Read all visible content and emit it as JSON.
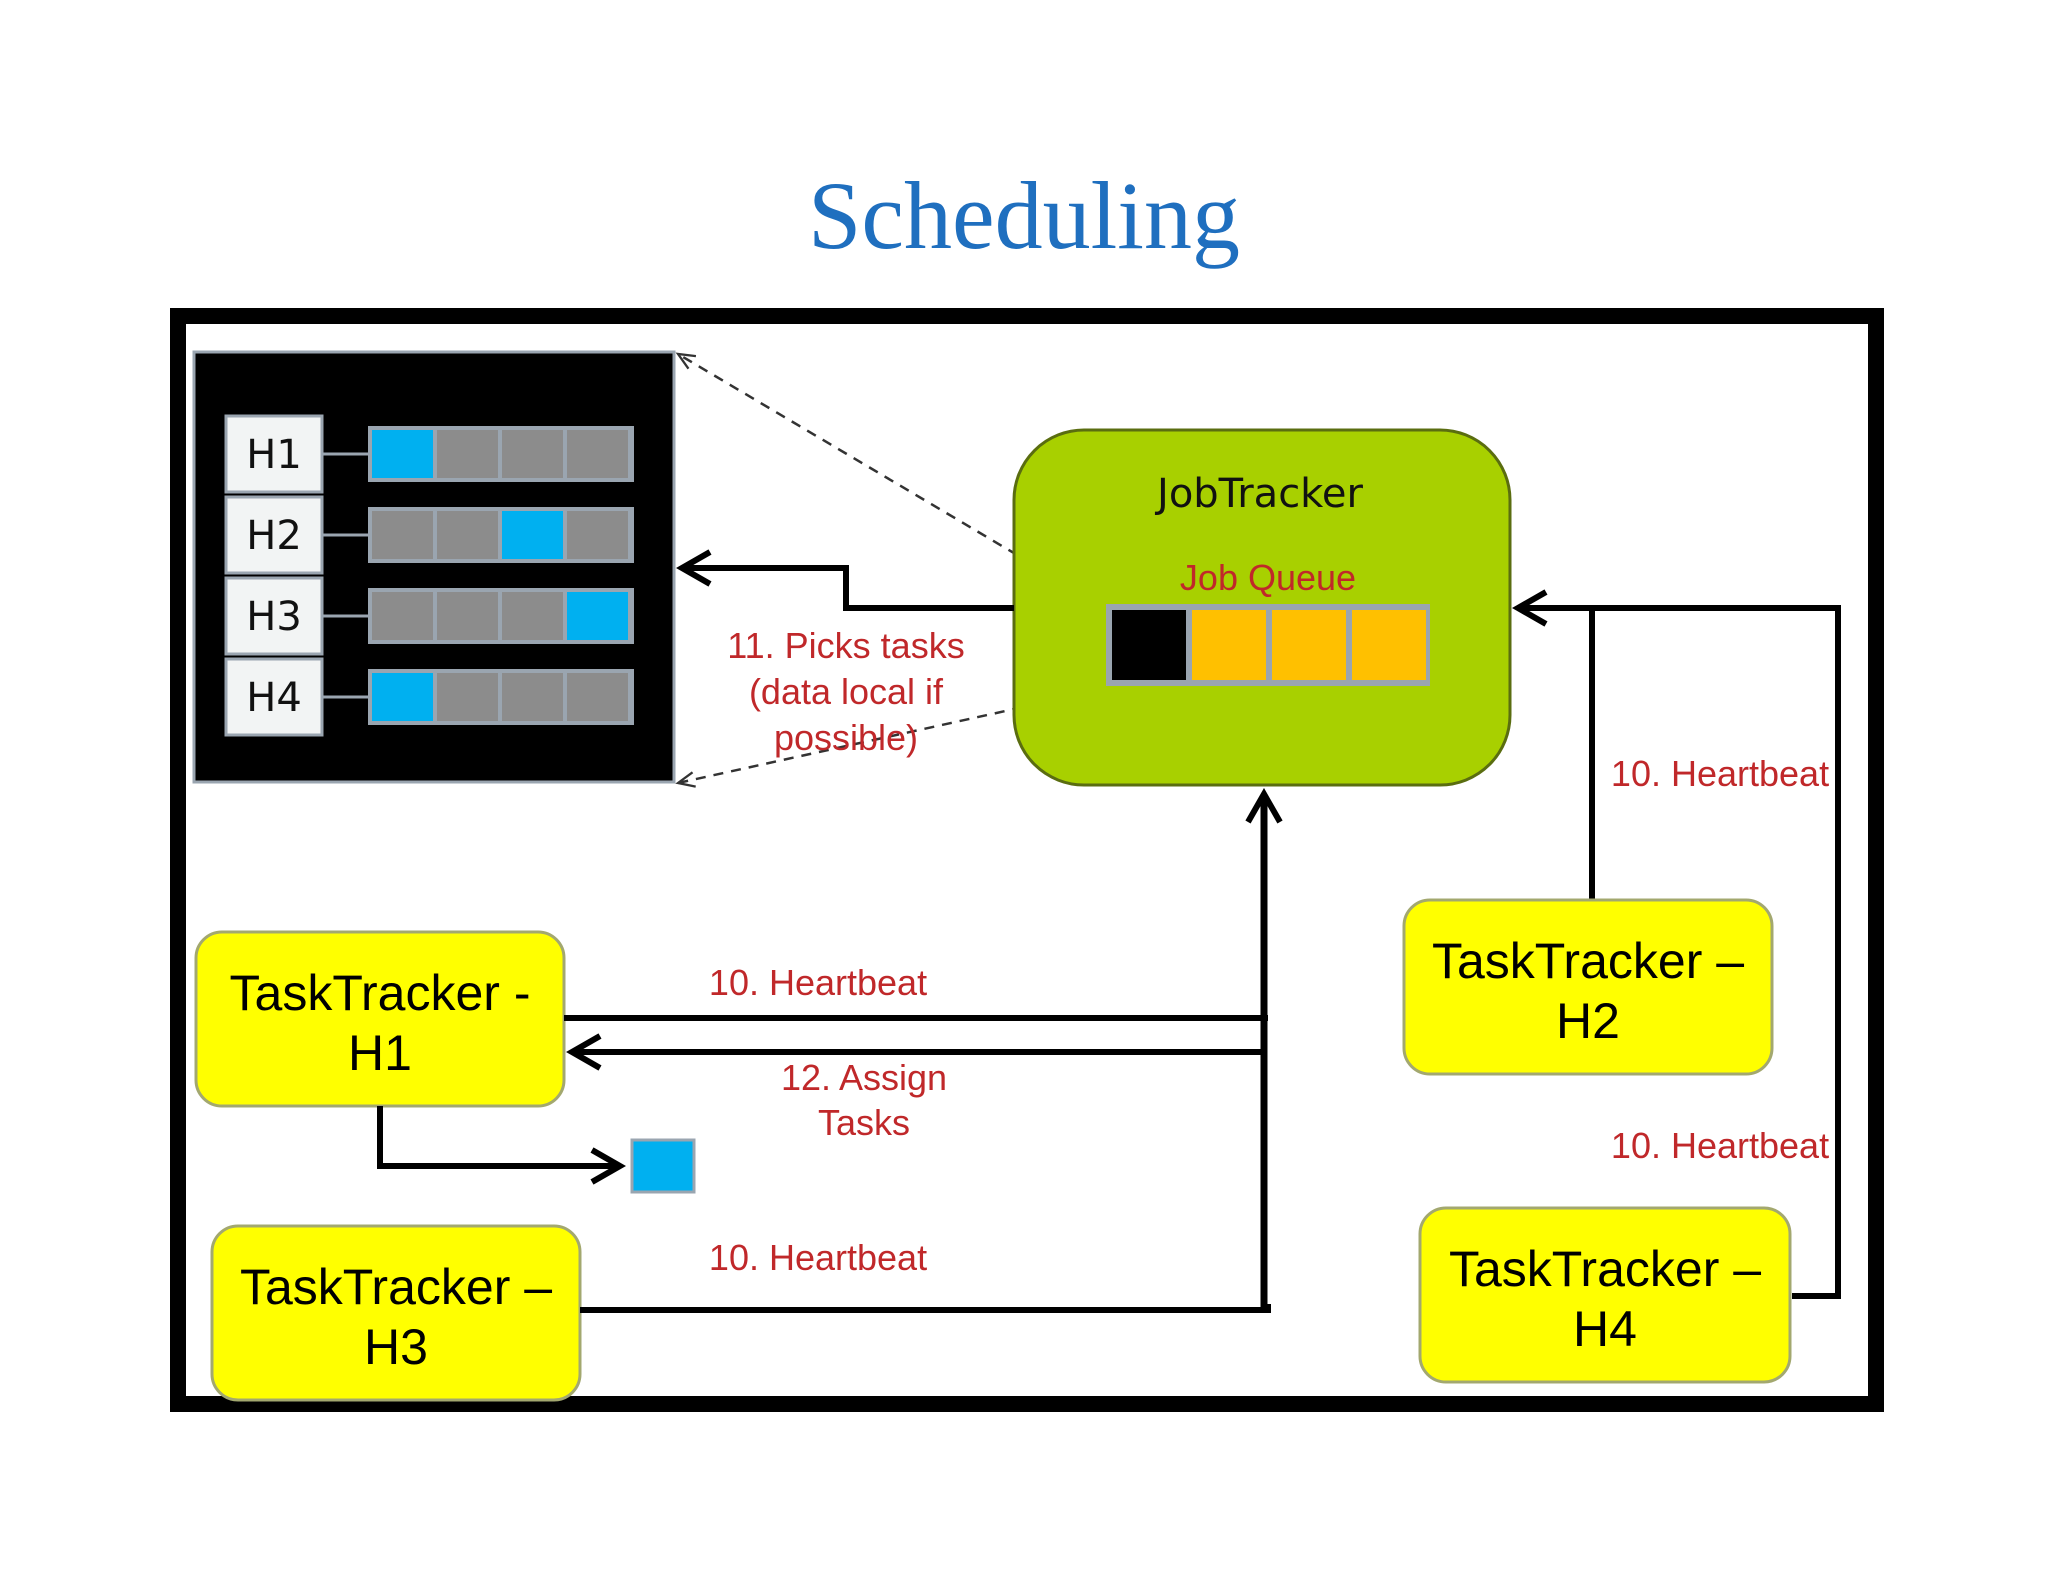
{
  "title": "Scheduling",
  "hosts": [
    {
      "label": "H1",
      "active_slot": 0
    },
    {
      "label": "H2",
      "active_slot": 2
    },
    {
      "label": "H3",
      "active_slot": 3
    },
    {
      "label": "H4",
      "active_slot": 0
    }
  ],
  "jobtracker": {
    "title": "JobTracker",
    "queue_label": "Job Queue"
  },
  "tasktrackers": {
    "h1": {
      "line1": "TaskTracker -",
      "line2": "H1"
    },
    "h2": {
      "line1": "TaskTracker –",
      "line2": "H2"
    },
    "h3": {
      "line1": "TaskTracker –",
      "line2": "H3"
    },
    "h4": {
      "line1": "TaskTracker –",
      "line2": "H4"
    }
  },
  "labels": {
    "picks_1": "11. Picks tasks",
    "picks_2": "(data local if",
    "picks_3": "possible)",
    "heartbeat_h1": "10. Heartbeat",
    "assign_1": "12. Assign",
    "assign_2": "Tasks",
    "heartbeat_h3": "10. Heartbeat",
    "heartbeat_h2": "10. Heartbeat",
    "heartbeat_h4": "10. Heartbeat"
  },
  "colors": {
    "title": "#1f6fbf",
    "jobtracker_fill": "#a8d000",
    "tasktracker_fill": "#ffff00",
    "queue_slot": "#ffc000",
    "task_blue": "#00b0f0",
    "slot_gray": "#8c8c8c",
    "label_red": "#c0282a"
  }
}
